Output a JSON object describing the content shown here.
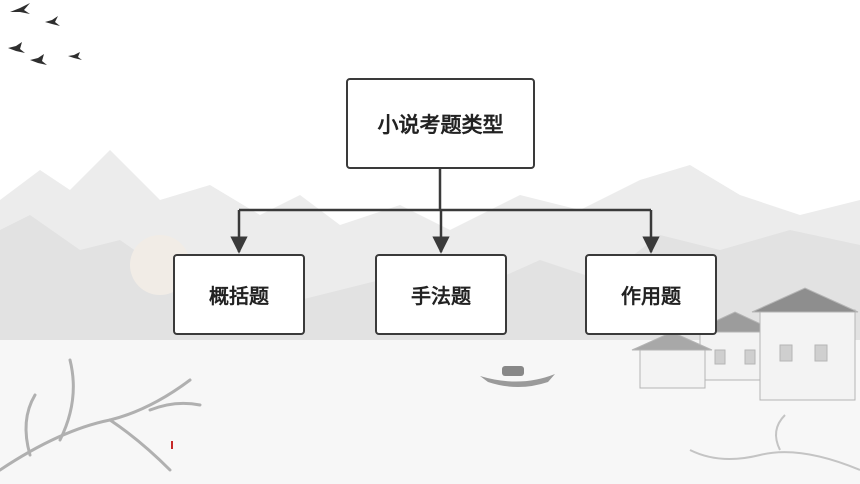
{
  "diagram": {
    "root": {
      "label": "小说考题类型"
    },
    "children": [
      {
        "label": "概括题"
      },
      {
        "label": "手法题"
      },
      {
        "label": "作用题"
      }
    ]
  },
  "colors": {
    "box_border": "#3a3a3a",
    "connector": "#3a3a3a",
    "text": "#222222",
    "ink_wash": "#d9d9d9"
  },
  "icons": [
    "bird-icon",
    "mountain-landscape",
    "boat-icon",
    "house-cluster",
    "plum-branch"
  ]
}
